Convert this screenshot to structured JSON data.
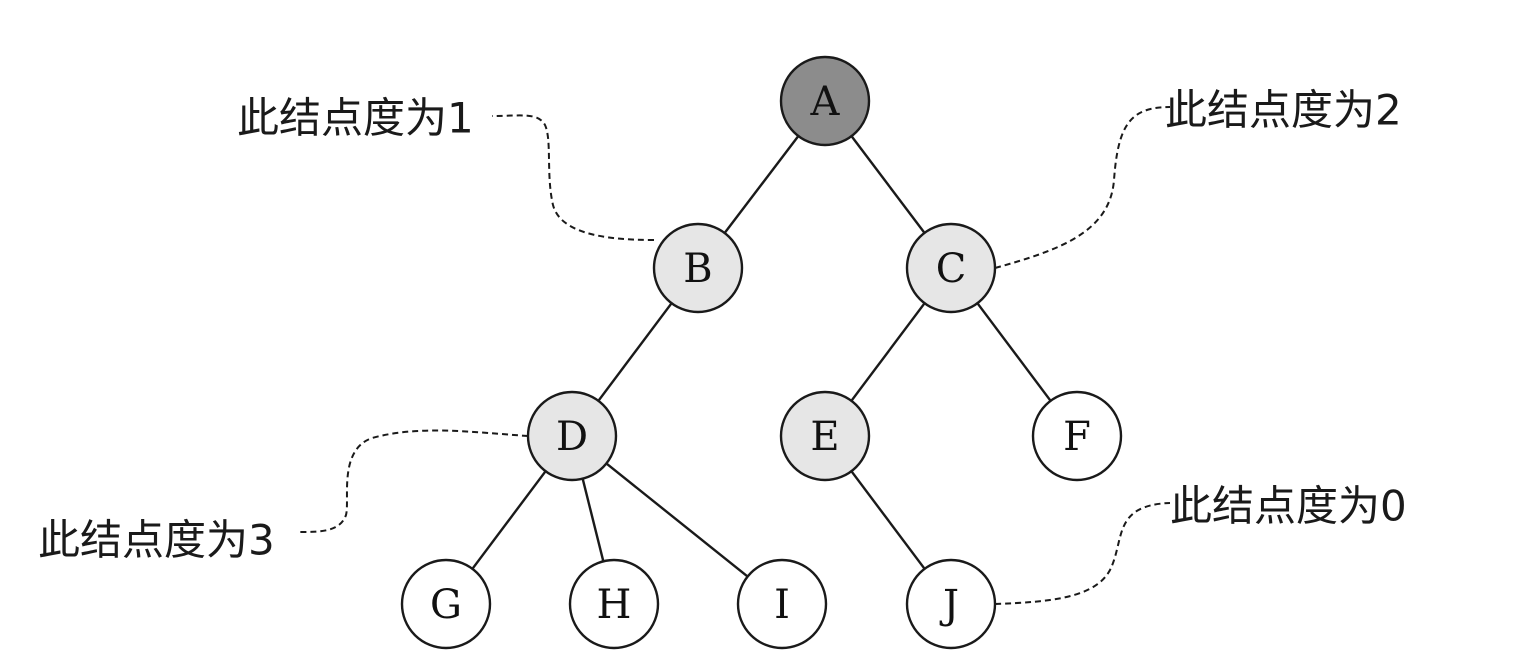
{
  "colors": {
    "root_fill": "#8c8c8c",
    "internal_fill": "#e6e6e6",
    "leaf_fill": "#ffffff",
    "stroke": "#1a1a1a"
  },
  "tree": {
    "nodes": [
      {
        "id": "A",
        "label": "A",
        "kind": "root"
      },
      {
        "id": "B",
        "label": "B",
        "kind": "internal"
      },
      {
        "id": "C",
        "label": "C",
        "kind": "internal"
      },
      {
        "id": "D",
        "label": "D",
        "kind": "internal"
      },
      {
        "id": "E",
        "label": "E",
        "kind": "internal"
      },
      {
        "id": "F",
        "label": "F",
        "kind": "leaf"
      },
      {
        "id": "G",
        "label": "G",
        "kind": "leaf"
      },
      {
        "id": "H",
        "label": "H",
        "kind": "leaf"
      },
      {
        "id": "I",
        "label": "I",
        "kind": "leaf"
      },
      {
        "id": "J",
        "label": "J",
        "kind": "leaf"
      }
    ],
    "edges": [
      [
        "A",
        "B"
      ],
      [
        "A",
        "C"
      ],
      [
        "B",
        "D"
      ],
      [
        "C",
        "E"
      ],
      [
        "C",
        "F"
      ],
      [
        "D",
        "G"
      ],
      [
        "D",
        "H"
      ],
      [
        "D",
        "I"
      ],
      [
        "E",
        "J"
      ]
    ]
  },
  "annotations": [
    {
      "id": "degree-b",
      "target": "B",
      "text": "此结点度为1"
    },
    {
      "id": "degree-c",
      "target": "C",
      "text": "此结点度为2"
    },
    {
      "id": "degree-d",
      "target": "D",
      "text": "此结点度为3"
    },
    {
      "id": "degree-j",
      "target": "J",
      "text": "此结点度为0"
    }
  ]
}
